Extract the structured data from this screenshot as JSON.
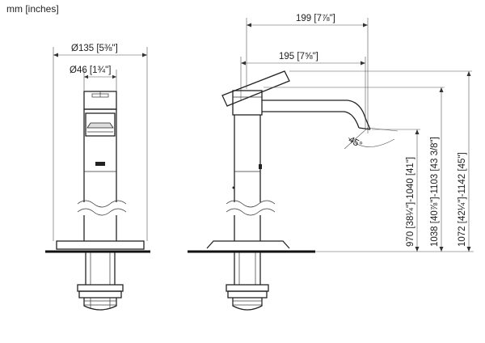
{
  "units_note": "mm [inches]",
  "front_view": {
    "dim_outer_diameter": "Ø135 [5⅜\"]",
    "dim_inner_diameter": "Ø46 [1¾\"]"
  },
  "side_view": {
    "dim_reach_top": "199 [7⅞\"]",
    "dim_reach": "195 [7⅝\"]",
    "dim_angle": "45°",
    "dim_height_spout": "970 [38¼\"]-1040 [41\"]",
    "dim_height_body": "1038 [40⅞\"]-1103 [43 3/8\"]",
    "dim_height_total": "1072 [42¼\"]-1142 [45\"]"
  }
}
